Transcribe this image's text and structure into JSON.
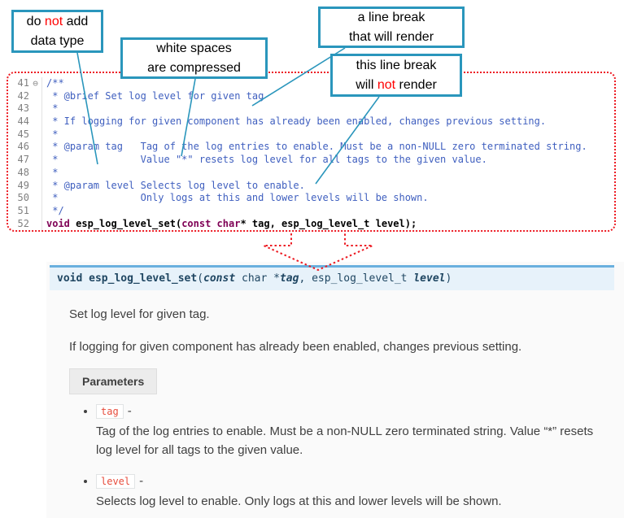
{
  "colors": {
    "callout_border": "#2a96bc",
    "callout_red_text": "#ff0000",
    "code_box_border": "#ed1c24",
    "comment_text": "#3f5fbf",
    "keyword_text": "#7f0055",
    "signature_background": "#e7f2fa",
    "signature_border": "#6ab0de",
    "parameter_name_text": "#e74c3c"
  },
  "callouts": [
    {
      "lines": [
        [
          {
            "t": "do "
          },
          {
            "t": "not",
            "red": true
          },
          {
            "t": " add"
          }
        ],
        [
          {
            "t": "data type"
          }
        ]
      ]
    },
    {
      "lines": [
        [
          {
            "t": "white spaces"
          }
        ],
        [
          {
            "t": "are  compressed"
          }
        ]
      ]
    },
    {
      "lines": [
        [
          {
            "t": "a line break"
          }
        ],
        [
          {
            "t": "that will render"
          }
        ]
      ]
    },
    {
      "lines": [
        [
          {
            "t": "this line break"
          }
        ],
        [
          {
            "t": "will "
          },
          {
            "t": "not",
            "red": true
          },
          {
            "t": " render"
          }
        ]
      ]
    }
  ],
  "code": {
    "lines": [
      {
        "num": "41",
        "fold": "⊖",
        "segments": [
          {
            "t": "/**",
            "s": "cmt"
          }
        ]
      },
      {
        "num": "42",
        "segments": [
          {
            "t": " * @brief Set log level for given tag",
            "s": "cmt"
          }
        ]
      },
      {
        "num": "43",
        "segments": [
          {
            "t": " *",
            "s": "cmt"
          }
        ]
      },
      {
        "num": "44",
        "segments": [
          {
            "t": " * If logging for given component has already been enabled, changes previous setting.",
            "s": "cmt"
          }
        ]
      },
      {
        "num": "45",
        "segments": [
          {
            "t": " *",
            "s": "cmt"
          }
        ]
      },
      {
        "num": "46",
        "segments": [
          {
            "t": " * @param tag   Tag of the log entries to enable. Must be a non-NULL zero terminated string.",
            "s": "cmt"
          }
        ]
      },
      {
        "num": "47",
        "segments": [
          {
            "t": " *              Value \"*\" resets log level for all tags to the given value.",
            "s": "cmt"
          }
        ]
      },
      {
        "num": "48",
        "segments": [
          {
            "t": " *",
            "s": "cmt"
          }
        ]
      },
      {
        "num": "49",
        "segments": [
          {
            "t": " * @param level Selects log level to enable.",
            "s": "cmt"
          }
        ]
      },
      {
        "num": "50",
        "segments": [
          {
            "t": " *              Only logs at this and lower levels will be shown.",
            "s": "cmt"
          }
        ]
      },
      {
        "num": "51",
        "segments": [
          {
            "t": " */",
            "s": "cmt"
          }
        ]
      },
      {
        "num": "52",
        "segments": [
          {
            "t": "void",
            "s": "kw"
          },
          {
            "t": " esp_log_level_set(",
            "s": "pl"
          },
          {
            "t": "const",
            "s": "kw"
          },
          {
            "t": " ",
            "s": "pl"
          },
          {
            "t": "char",
            "s": "kw"
          },
          {
            "t": "* tag, esp_log_level_t level);",
            "s": "pl"
          }
        ]
      }
    ]
  },
  "doc": {
    "signature": [
      {
        "t": "void ",
        "s": "sig-kw"
      },
      {
        "t": "esp_log_level_set",
        "s": "sig-name"
      },
      {
        "t": "(",
        "s": "sig-plain"
      },
      {
        "t": "const",
        "s": "sig-const"
      },
      {
        "t": "  char *",
        "s": "sig-plain"
      },
      {
        "t": "tag",
        "s": "sig-param"
      },
      {
        "t": ", ",
        "s": "sig-plain"
      },
      {
        "t": "esp_log_level_t ",
        "s": "sig-plain"
      },
      {
        "t": "level",
        "s": "sig-param"
      },
      {
        "t": ")",
        "s": "sig-plain"
      }
    ],
    "paragraphs": [
      "Set log level for given tag.",
      "If logging for given component has already been enabled, changes previous setting."
    ],
    "parameters_label": "Parameters",
    "params": [
      {
        "name": "tag",
        "sep": "-",
        "desc": "Tag of the log entries to enable. Must be a non-NULL zero terminated string. Value “*” resets log level for all tags to the given value."
      },
      {
        "name": "level",
        "sep": "-",
        "desc": "Selects log level to enable. Only logs at this and lower levels will be shown."
      }
    ]
  }
}
